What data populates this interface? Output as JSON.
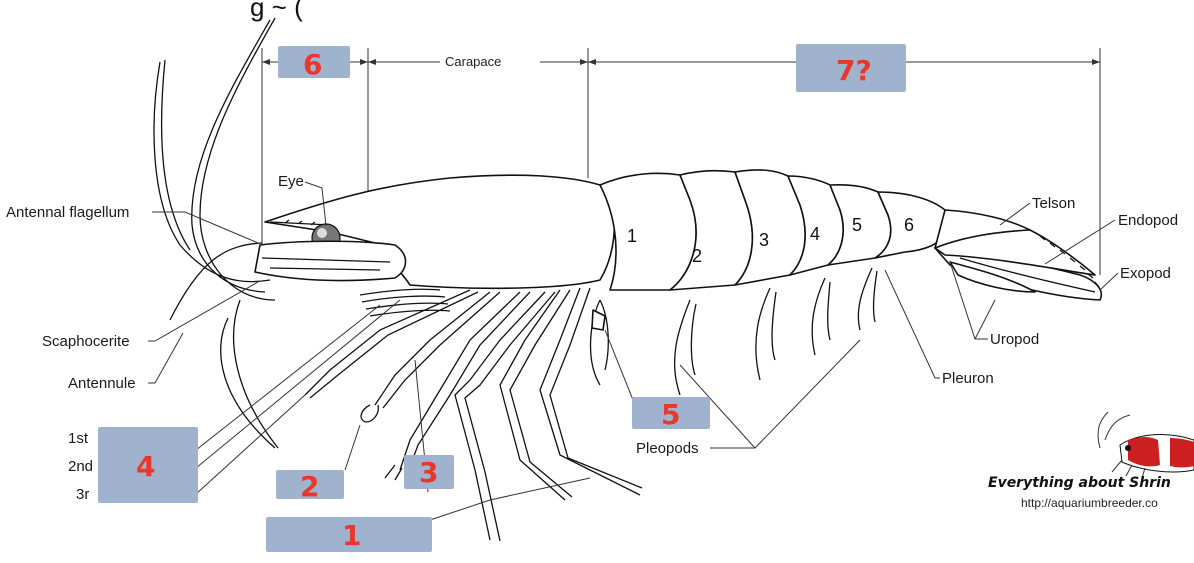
{
  "header": {
    "fragment": "g ~ ("
  },
  "dimensions": {
    "carapace": "Carapace"
  },
  "labels": {
    "eye": "Eye",
    "antennal_flagellum": "Antennal flagellum",
    "scaphocerite": "Scaphocerite",
    "antennule": "Antennule",
    "first_partial": "1st",
    "second_partial": "2nd",
    "third_partial": "3r",
    "telson": "Telson",
    "endopod": "Endopod",
    "exopod": "Exopod",
    "uropod": "Uropod",
    "pleuron": "Pleuron",
    "pleopods": "Pleopods"
  },
  "segments": [
    "1",
    "2",
    "3",
    "4",
    "5",
    "6"
  ],
  "answer_boxes": [
    {
      "id": "box-6",
      "text": "6"
    },
    {
      "id": "box-7",
      "text": "7?"
    },
    {
      "id": "box-4",
      "text": "4"
    },
    {
      "id": "box-5",
      "text": "5"
    },
    {
      "id": "box-2",
      "text": "2"
    },
    {
      "id": "box-3",
      "text": "3"
    },
    {
      "id": "box-1",
      "text": "1"
    }
  ],
  "brand": {
    "name": "Everything about Shrin",
    "url": "http://aquariumbreeder.co"
  },
  "colors": {
    "box": "#9fb3cf",
    "handwriting": "#e8372c"
  }
}
